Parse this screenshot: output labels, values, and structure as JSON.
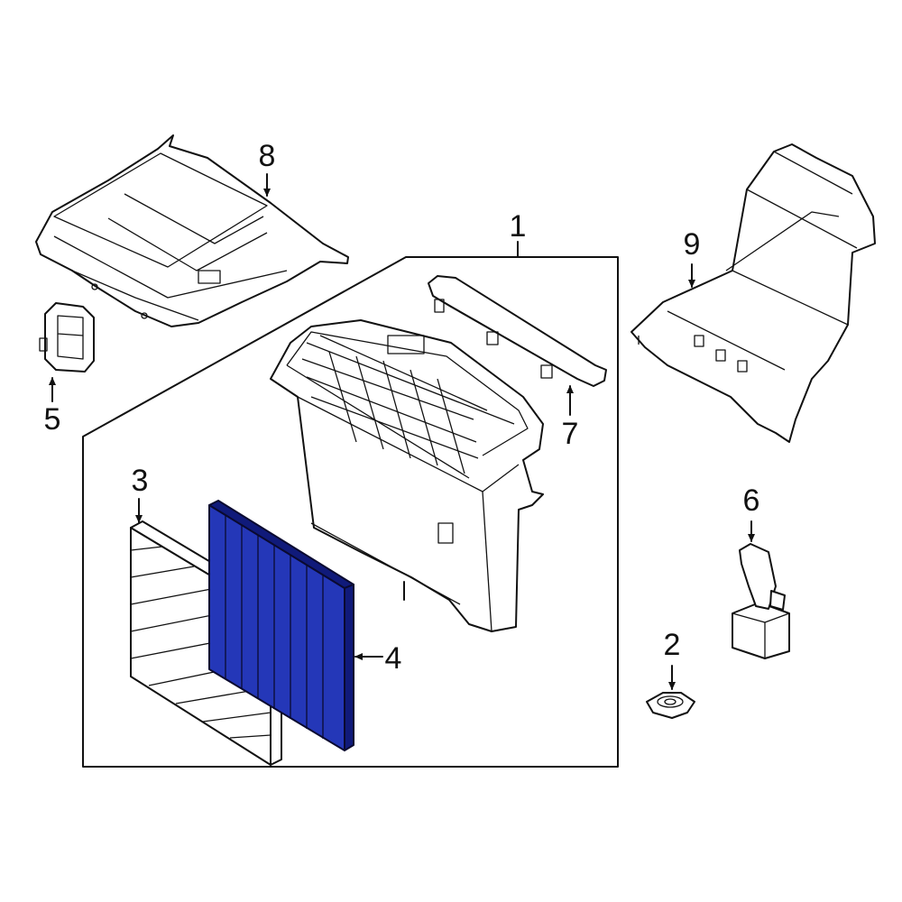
{
  "colors": {
    "highlight": "#2437b8",
    "highlight_dark": "#101a7a",
    "line": "#111111",
    "background": "#ffffff"
  },
  "callouts": {
    "c1": "1",
    "c2": "2",
    "c3": "3",
    "c4": "4",
    "c5": "5",
    "c6": "6",
    "c7": "7",
    "c8": "8",
    "c9": "9"
  },
  "highlighted_part": "4"
}
